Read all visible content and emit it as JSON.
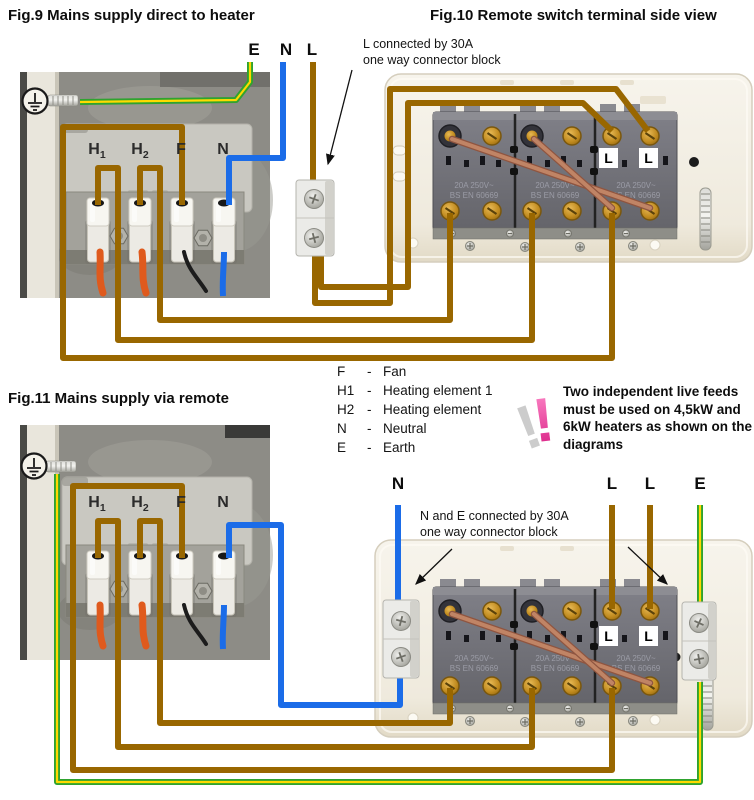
{
  "fig9": {
    "title": "Fig.9 Mains supply direct to heater",
    "supply_labels": {
      "e": "E",
      "n": "N",
      "l": "L"
    },
    "plate_labels": [
      {
        "main": "H",
        "sub": "1"
      },
      {
        "main": "H",
        "sub": "2"
      },
      {
        "main": "F",
        "sub": ""
      },
      {
        "main": "N",
        "sub": ""
      }
    ]
  },
  "fig10": {
    "title": "Fig.10 Remote switch terminal side view",
    "connector_note": "L connected by 30A\none way connector block",
    "l_badges": [
      "L",
      "L"
    ]
  },
  "fig11": {
    "title": "Fig.11 Mains supply via remote",
    "supply_labels": {
      "n": "N",
      "l1": "L",
      "l2": "L",
      "e": "E"
    },
    "connector_note": "N and E connected by 30A\none way connector block",
    "l_badges": [
      "L",
      "L"
    ],
    "plate_labels": [
      {
        "main": "H",
        "sub": "1"
      },
      {
        "main": "H",
        "sub": "2"
      },
      {
        "main": "F",
        "sub": ""
      },
      {
        "main": "N",
        "sub": ""
      }
    ]
  },
  "legend": {
    "rows": [
      {
        "key": "F",
        "sep": "-",
        "desc": "Fan"
      },
      {
        "key": "H1",
        "sep": "-",
        "desc": "Heating element 1"
      },
      {
        "key": "H2",
        "sep": "-",
        "desc": "Heating element"
      },
      {
        "key": "N",
        "sep": "-",
        "desc": "Neutral"
      },
      {
        "key": "E",
        "sep": "-",
        "desc": "Earth"
      }
    ]
  },
  "warning": {
    "text": "Two independent live\nfeeds must be used on\n4,5kW and 6kW heaters as\nshown on the diagrams"
  },
  "switch_marking": {
    "line1": "20A 250V~",
    "line2": "BS EN 60669"
  },
  "colors": {
    "wire_brown": "#996700",
    "wire_blue": "#1b6ce8",
    "wire_green": "#2fa32f",
    "wire_yellow": "#ffd900",
    "copper": "#b5755a",
    "wire_orange": "#df5a1d",
    "warning_pink": "#e8359b"
  }
}
